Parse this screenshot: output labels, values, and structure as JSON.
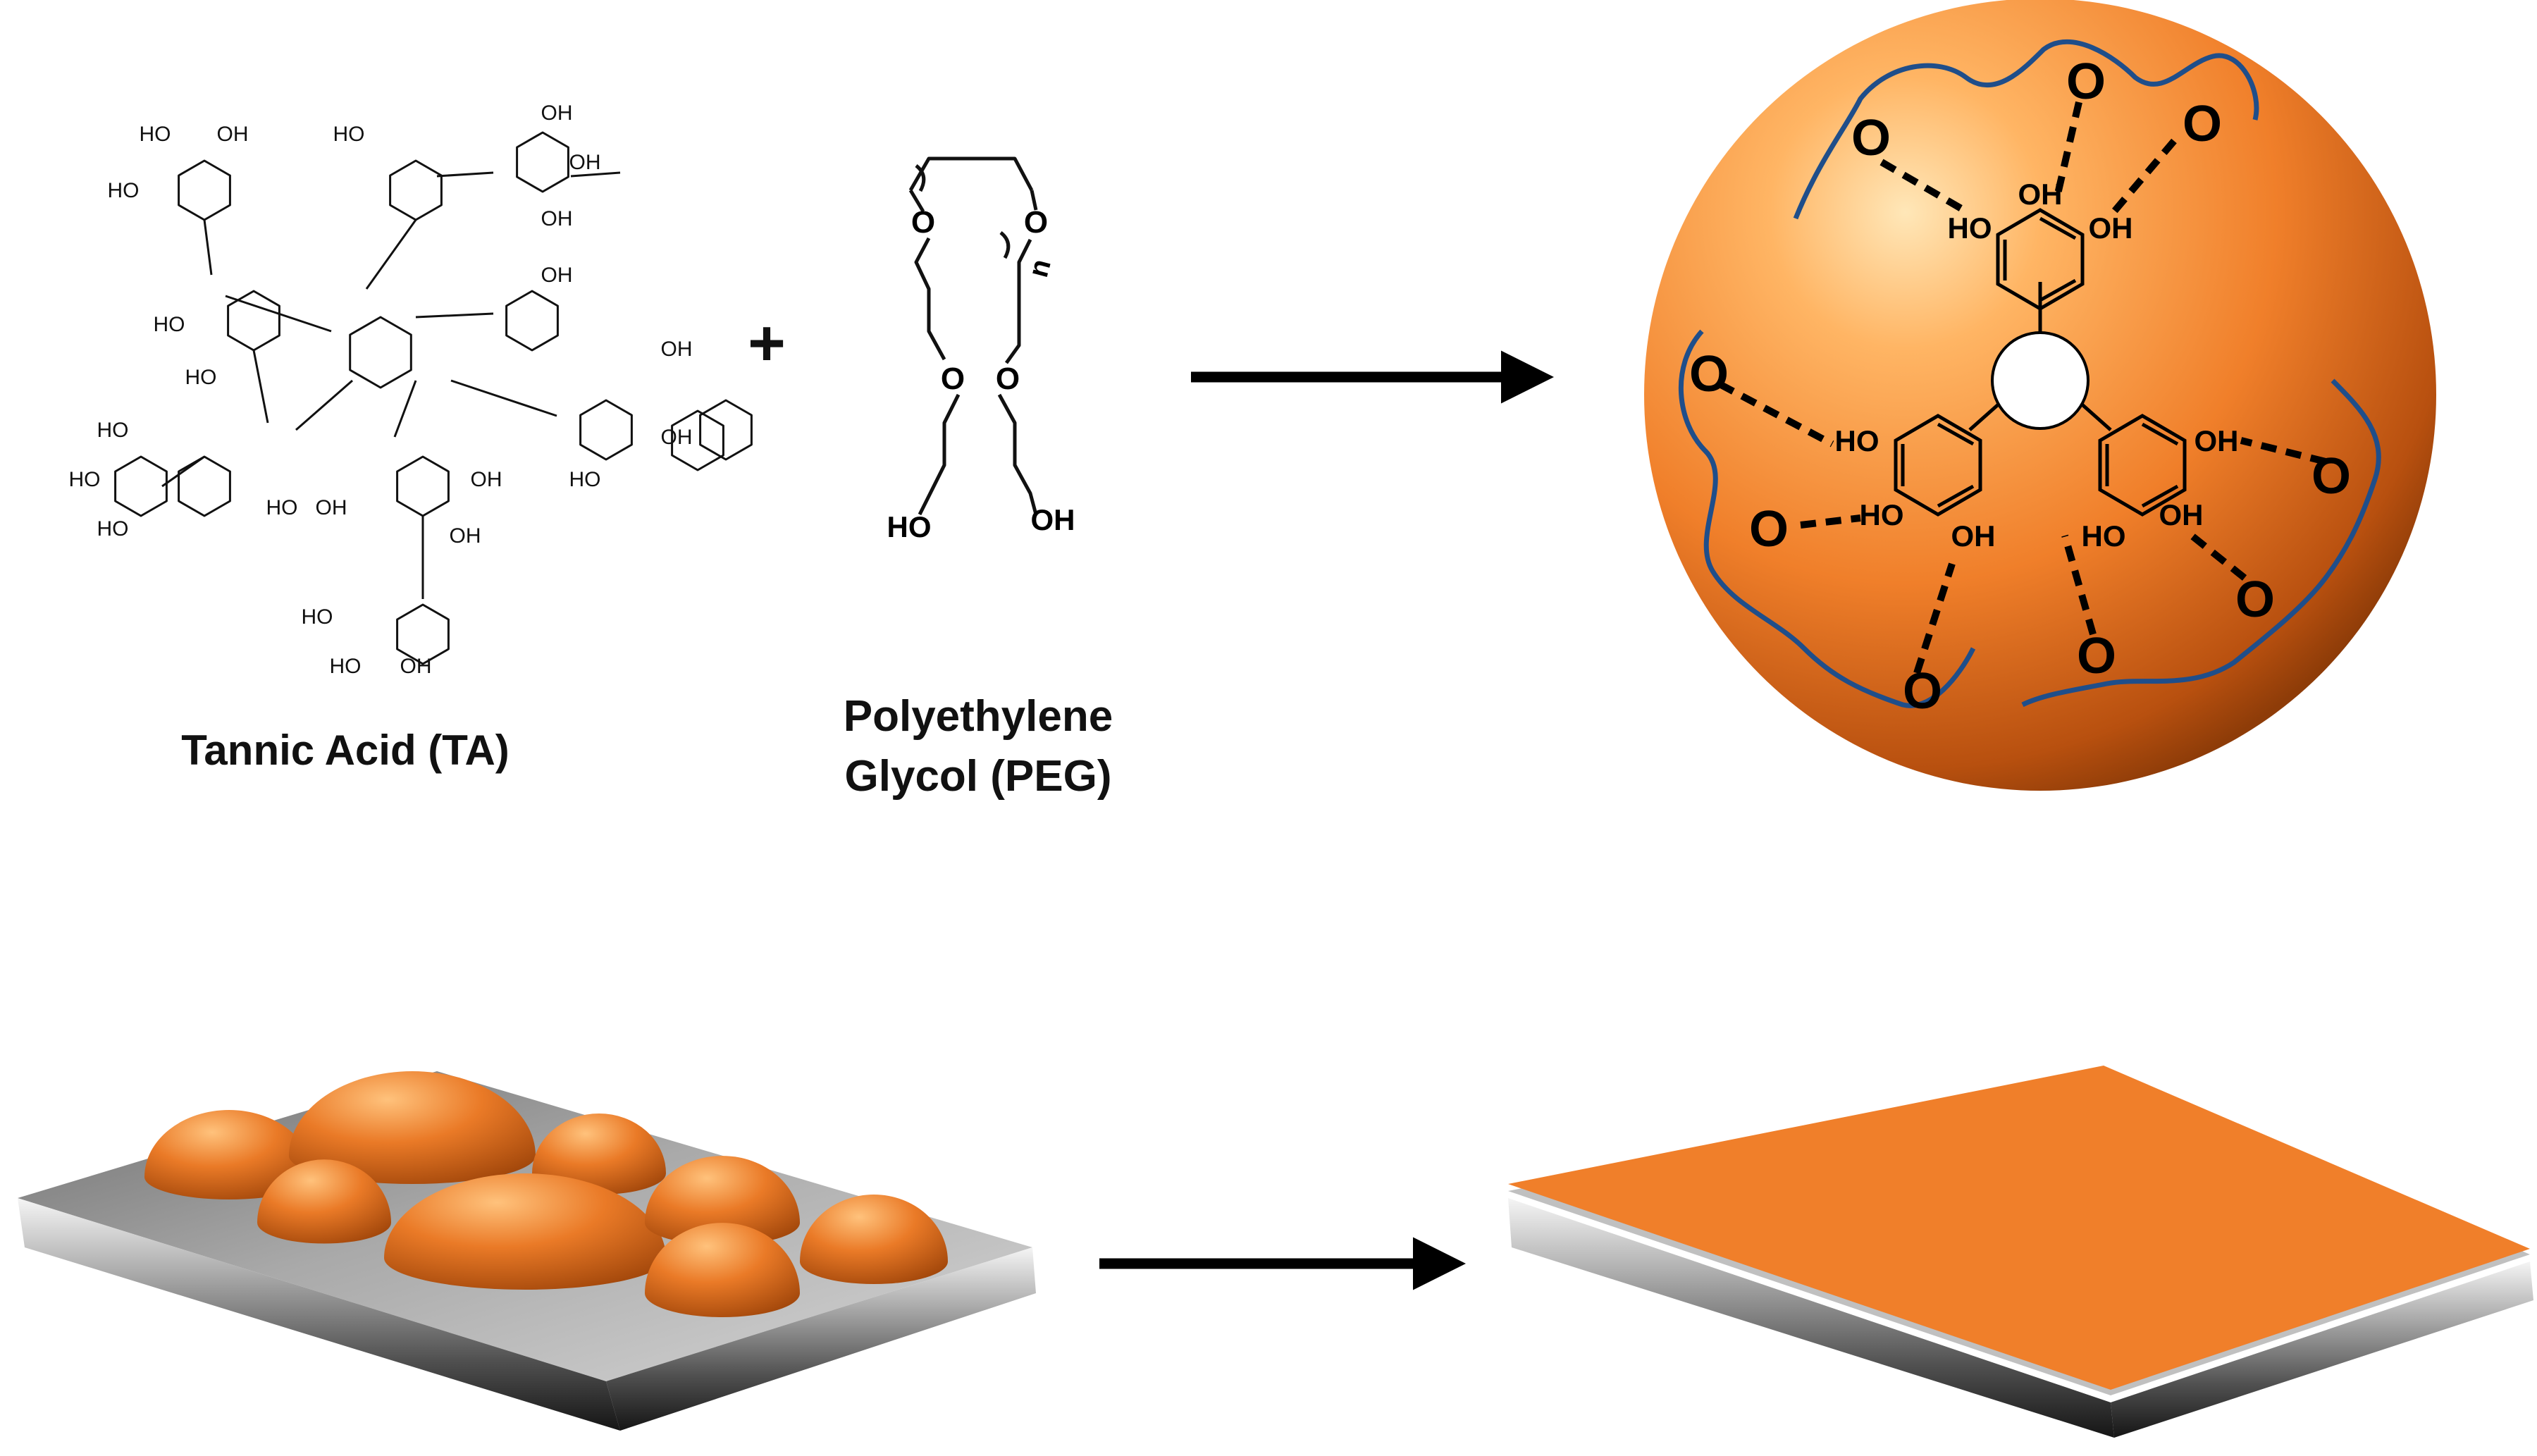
{
  "colors": {
    "orange": "#f07f2a",
    "orange_dark": "#c7560f",
    "chain_blue": "#1f4e8a",
    "metal": "#9a9a9a"
  },
  "tannic_acid": {
    "label": "Tannic Acid (TA)",
    "oh": "OH",
    "ho": "HO"
  },
  "plus": "+",
  "peg": {
    "label_line1": "Polyethylene",
    "label_line2": "Glycol (PEG)",
    "oxygen": "O",
    "ho": "HO",
    "oh": "OH",
    "n": "n"
  },
  "complex": {
    "oxygen": "O",
    "oh": "OH",
    "ho": "HO"
  }
}
